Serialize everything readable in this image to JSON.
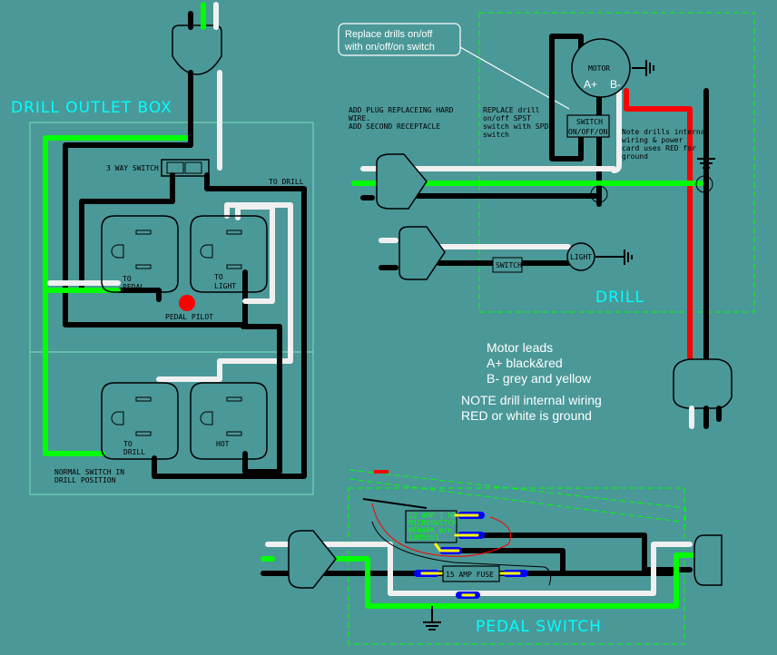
{
  "outlet_box": {
    "title": "DRILL OUTLET BOX",
    "three_way_switch": "3 WAY SWITCH",
    "to_drill_top": "TO DRILL",
    "to_pedal": [
      "TO",
      "PEDAL"
    ],
    "to_light": [
      "TO",
      "LIGHT"
    ],
    "pedal_pilot": "PEDAL PILOT",
    "to_drill_bottom": [
      "TO",
      "DRILL"
    ],
    "hot": "HOT",
    "normal_note": [
      "NORMAL SWITCH IN",
      "DRILL POSITION"
    ]
  },
  "callout": [
    "Replace drills on/off",
    "with on/off/on switch"
  ],
  "plug_note": [
    "ADD PLUG REPLACEING HARD",
    "WIRE.",
    "ADD SECOND RECEPTACLE"
  ],
  "drill": {
    "title": "DRILL",
    "replace_note": [
      "REPLACE drill",
      "on/off SPST",
      "switch with SPDT",
      "switch"
    ],
    "motor": "MOTOR",
    "a_plus": "A+",
    "b_minus": "B-",
    "switch": "SWITCH",
    "switch_positions": "ON/OFF/ON",
    "internal_note": [
      "Note drills internal",
      "wiring & power",
      "card uses RED for",
      "ground"
    ],
    "light_switch": "SWITCH",
    "light": "LIGHT"
  },
  "motor_notes": [
    "Motor leads",
    "A+ black&red",
    "B- grey and yellow"
  ],
  "wiring_notes": [
    "NOTE drill internal wiring",
    "RED or white is ground"
  ],
  "pedal": {
    "title": "PEDAL SWITCH",
    "microswitch": [
      "22 AMP 1 HP",
      "MICROSWITCH",
      "NEWARK p/n",
      "10N5051"
    ],
    "fuse": "15 AMP FUSE"
  },
  "colors": {
    "background": "#4b9898",
    "hot": "#000000",
    "neutral": "#f0f0f0",
    "ground": "#00ff00",
    "red_ground": "#ff0000",
    "label": "#00ffff"
  }
}
